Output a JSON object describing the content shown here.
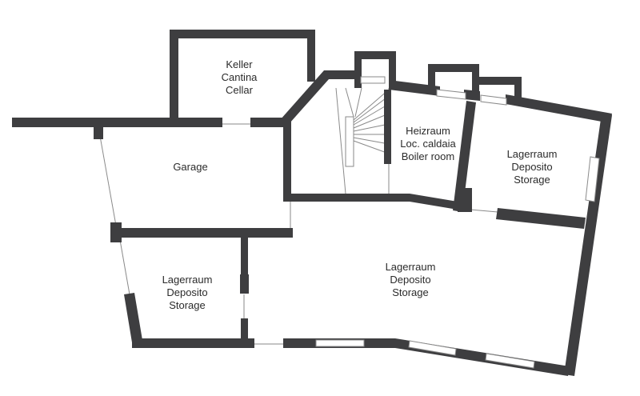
{
  "floor_plan": {
    "rooms": {
      "cellar": [
        "Keller",
        "Cantina",
        "Cellar"
      ],
      "garage": [
        "Garage"
      ],
      "boiler": [
        "Heizraum",
        "Loc. caldaia",
        "Boiler room"
      ],
      "storage_ne": [
        "Lagerraum",
        "Deposito",
        "Storage"
      ],
      "storage_center": [
        "Lagerraum",
        "Deposito",
        "Storage"
      ],
      "storage_sw": [
        "Lagerraum",
        "Deposito",
        "Storage"
      ]
    }
  }
}
